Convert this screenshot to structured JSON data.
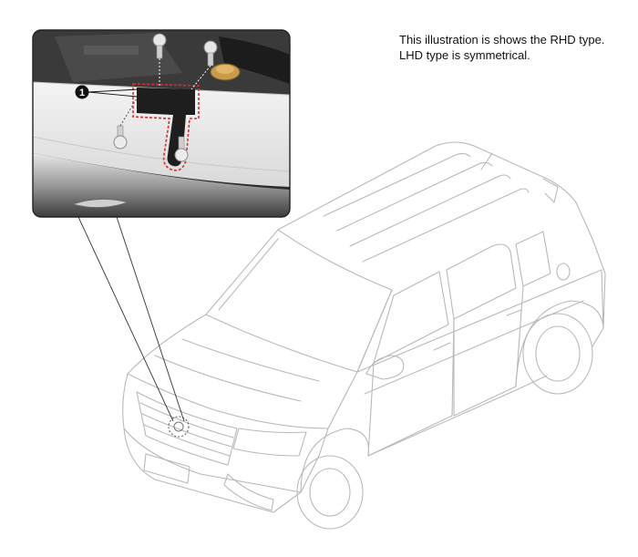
{
  "note": {
    "line1": "This illustration is shows the RHD type.",
    "line2": "LHD type is symmetrical."
  },
  "callout": {
    "number": "1"
  },
  "colors": {
    "outline": "#b9b9b9",
    "leader": "#333333",
    "highlight": "#d32f2f",
    "inset_border": "#222222"
  }
}
